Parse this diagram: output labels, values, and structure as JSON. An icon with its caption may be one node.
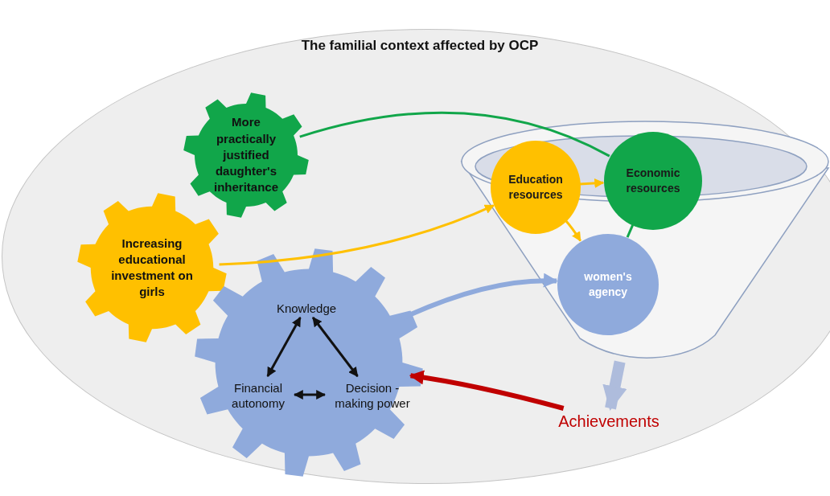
{
  "diagram": {
    "nodes": [
      {
        "text": [
          "The familial context affected by OCP"
        ]
      },
      {
        "text": [
          "More practically justified daughter's inheritance"
        ],
        "in": 0
      },
      {
        "text": [
          "Increasing educational investment on girls"
        ],
        "in": 0
      },
      {
        "text": [],
        "shape": "gear",
        "in": 0
      },
      {
        "text": [
          "Knowledge"
        ],
        "in": 3
      },
      {
        "text": [
          "Financial autonomy"
        ],
        "in": 3
      },
      {
        "text": [
          "Decision - making power"
        ],
        "in": 3
      },
      {
        "text": [],
        "shape": "funnel",
        "in": 0
      },
      {
        "text": [
          "Education resources"
        ],
        "in": 0
      },
      {
        "text": [
          "Economic resources"
        ],
        "in": 0
      },
      {
        "text": [
          "women's agency"
        ],
        "in": 7
      },
      {
        "text": [
          "Achievements"
        ],
        "in": 0
      }
    ],
    "edges": [
      {
        "from": 1,
        "to": 9,
        "arrow": "none",
        "color": "#11a64a"
      },
      {
        "from": 2,
        "to": 8,
        "arrow": "to",
        "color": "#ffc000"
      },
      {
        "from": 8,
        "to": 9,
        "arrow": "to",
        "color": "#ffc000"
      },
      {
        "from": 8,
        "to": 10,
        "arrow": "to",
        "color": "#ffc000"
      },
      {
        "from": 9,
        "to": 10,
        "arrow": "none",
        "color": "#11a64a"
      },
      {
        "from": 3,
        "to": 10,
        "arrow": "to",
        "style": "thick",
        "color": "#8faadc"
      },
      {
        "from": 4,
        "to": 5,
        "arrow": "both",
        "color": "#111111"
      },
      {
        "from": 4,
        "to": 6,
        "arrow": "both",
        "color": "#111111"
      },
      {
        "from": 5,
        "to": 6,
        "arrow": "both",
        "color": "#111111"
      },
      {
        "from": 11,
        "to": 3,
        "arrow": "to",
        "style": "thick",
        "color": "#c00000"
      },
      {
        "from": 7,
        "to": 11,
        "arrow": "to",
        "style": "thick",
        "color": "#aebcdc"
      }
    ]
  }
}
